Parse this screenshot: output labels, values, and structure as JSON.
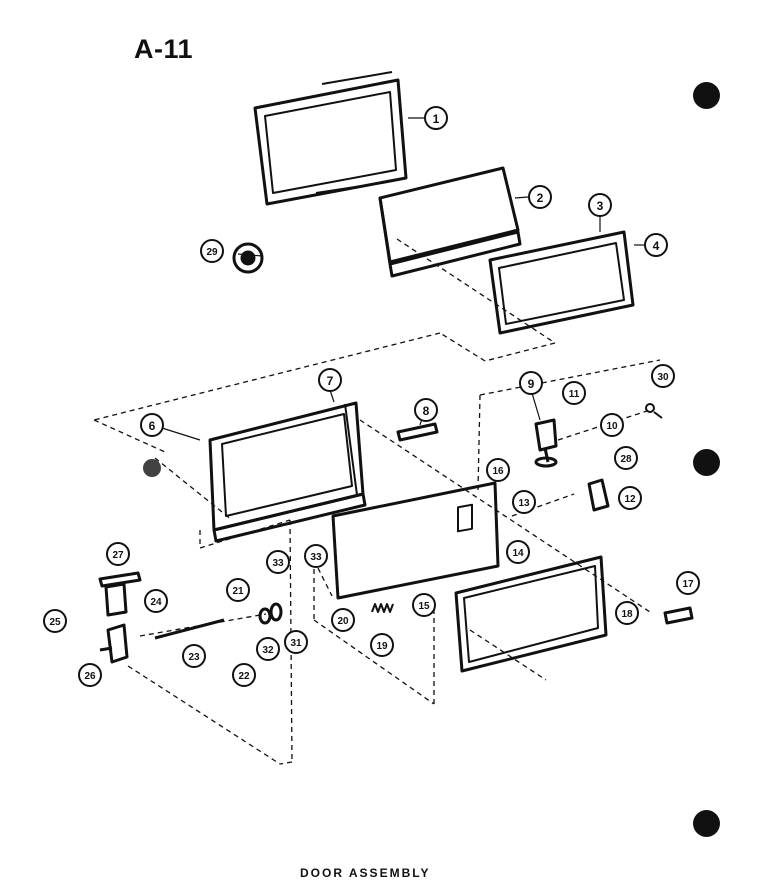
{
  "page_title": "A-11",
  "footer_text": "DOOR ASSEMBLY",
  "callouts": [
    "1",
    "2",
    "3",
    "4",
    "6",
    "7",
    "8",
    "9",
    "10",
    "11",
    "12",
    "13",
    "14",
    "15",
    "16",
    "17",
    "18",
    "19",
    "20",
    "21",
    "22",
    "23",
    "24",
    "25",
    "26",
    "27",
    "28",
    "29",
    "30",
    "31",
    "32",
    "33",
    "33"
  ]
}
